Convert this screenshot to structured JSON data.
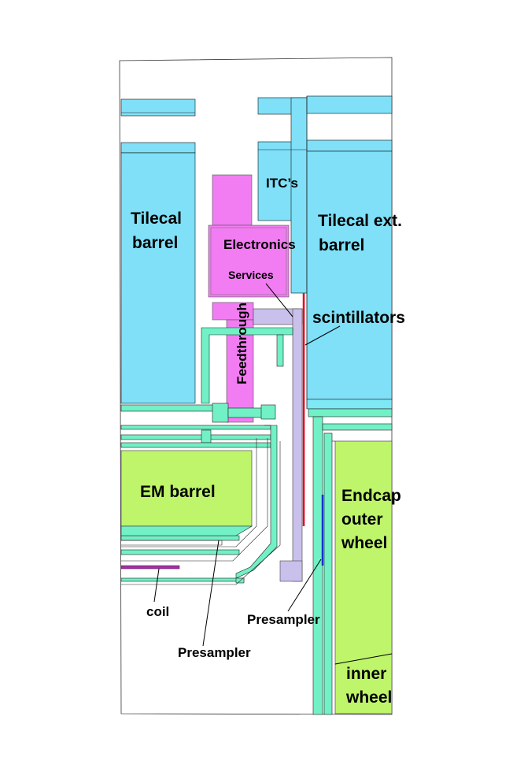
{
  "labels": {
    "itcs": "ITC’s",
    "tilecal_barrel": [
      "Tilecal",
      "barrel"
    ],
    "tilecal_ext_barrel": [
      "Tilecal ext.",
      "barrel"
    ],
    "electronics": "Electronics",
    "services": "Services",
    "feedthrough": "Feedthrough",
    "scintillators": "scintillators",
    "em_barrel": "EM barrel",
    "endcap_outer_wheel": [
      "Endcap",
      "outer",
      "wheel"
    ],
    "inner_wheel": [
      "inner",
      "wheel"
    ],
    "coil": "coil",
    "presampler_barrel": "Presampler",
    "presampler_endcap": "Presampler"
  },
  "colors": {
    "tilecal": "#7fe0f8",
    "electronics": "#f27cf2",
    "em_calorimeter": "#bff56a",
    "cryostat": "#72f0c6",
    "services_duct": "#c9c0ec",
    "scintillator_line": "#e0001a",
    "presampler_endcap_line": "#1a2fd0",
    "coil": "#a030a0"
  }
}
